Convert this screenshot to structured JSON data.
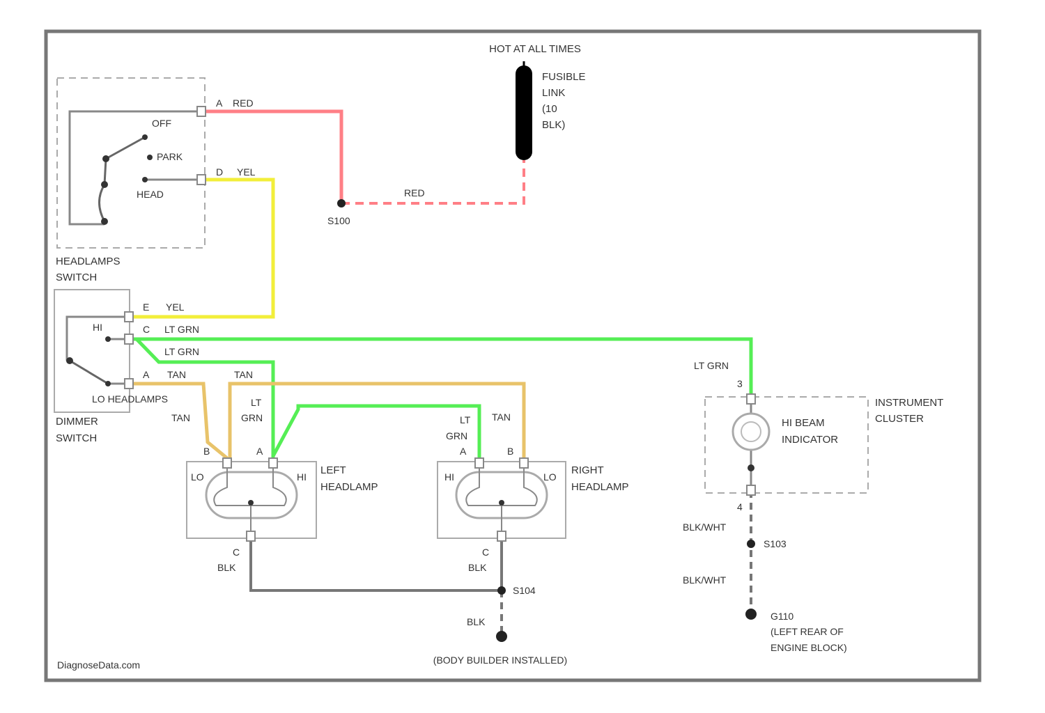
{
  "colors": {
    "red": "#ff7f86",
    "yellow": "#f2ee3a",
    "green": "#55ee55",
    "tan": "#e8c36a",
    "black": "#777777",
    "border": "#777777",
    "component": "#888888"
  },
  "source": {
    "label": "HOT AT ALL TIMES"
  },
  "fusible_link": {
    "lines": [
      "FUSIBLE",
      "LINK",
      "(10",
      "BLK)"
    ]
  },
  "headlamp_switch": {
    "positions": {
      "off": "OFF",
      "park": "PARK",
      "head": "HEAD"
    },
    "lines": [
      "HEADLAMPS",
      "SWITCH"
    ]
  },
  "splice_s100": "S100",
  "dimmer_switch": {
    "hi": "HI",
    "lo_headlamps": "LO HEADLAMPS",
    "lines": [
      "DIMMER",
      "SWITCH"
    ]
  },
  "left_headlamp": {
    "lo": "LO",
    "hi": "HI",
    "lines": [
      "LEFT",
      "HEADLAMP"
    ]
  },
  "right_headlamp": {
    "hi": "HI",
    "lo": "LO",
    "lines": [
      "RIGHT",
      "HEADLAMP"
    ]
  },
  "instrument_cluster": {
    "indicator_lines": [
      "HI BEAM",
      "INDICATOR"
    ],
    "cluster_lines": [
      "INSTRUMENT",
      "CLUSTER"
    ]
  },
  "wire_labels": {
    "sw_a_pin": "A",
    "sw_a_color": "RED",
    "sw_d_pin": "D",
    "sw_d_color": "YEL",
    "s100_red": "RED",
    "dim_e_pin": "E",
    "dim_e_color": "YEL",
    "dim_c_pin": "C",
    "dim_c_color": "LT GRN",
    "dim_ltgrn": "LT GRN",
    "dim_a_pin": "A",
    "dim_a_color": "TAN",
    "tan_mid": "TAN",
    "lt_grn_vert_lines": [
      "LT",
      "GRN"
    ],
    "tan_left": "TAN",
    "lh_b": "B",
    "lh_a": "A",
    "rh_lt_grn_lines": [
      "LT",
      "GRN"
    ],
    "rh_tan": "TAN",
    "rh_a": "A",
    "rh_b": "B",
    "cluster_ltgrn": "LT GRN",
    "cluster_pin3": "3",
    "cluster_pin4": "4",
    "lh_c": "C",
    "lh_blk": "BLK",
    "rh_c": "C",
    "rh_blk": "BLK",
    "s104": "S104",
    "blk_down": "BLK",
    "body_builder": "(BODY BUILDER INSTALLED)",
    "blk_wht_1": "BLK/WHT",
    "s103": "S103",
    "blk_wht_2": "BLK/WHT",
    "g110_lines": [
      "G110",
      "(LEFT REAR OF",
      "ENGINE BLOCK)"
    ]
  },
  "watermark": "DiagnoseData.com"
}
